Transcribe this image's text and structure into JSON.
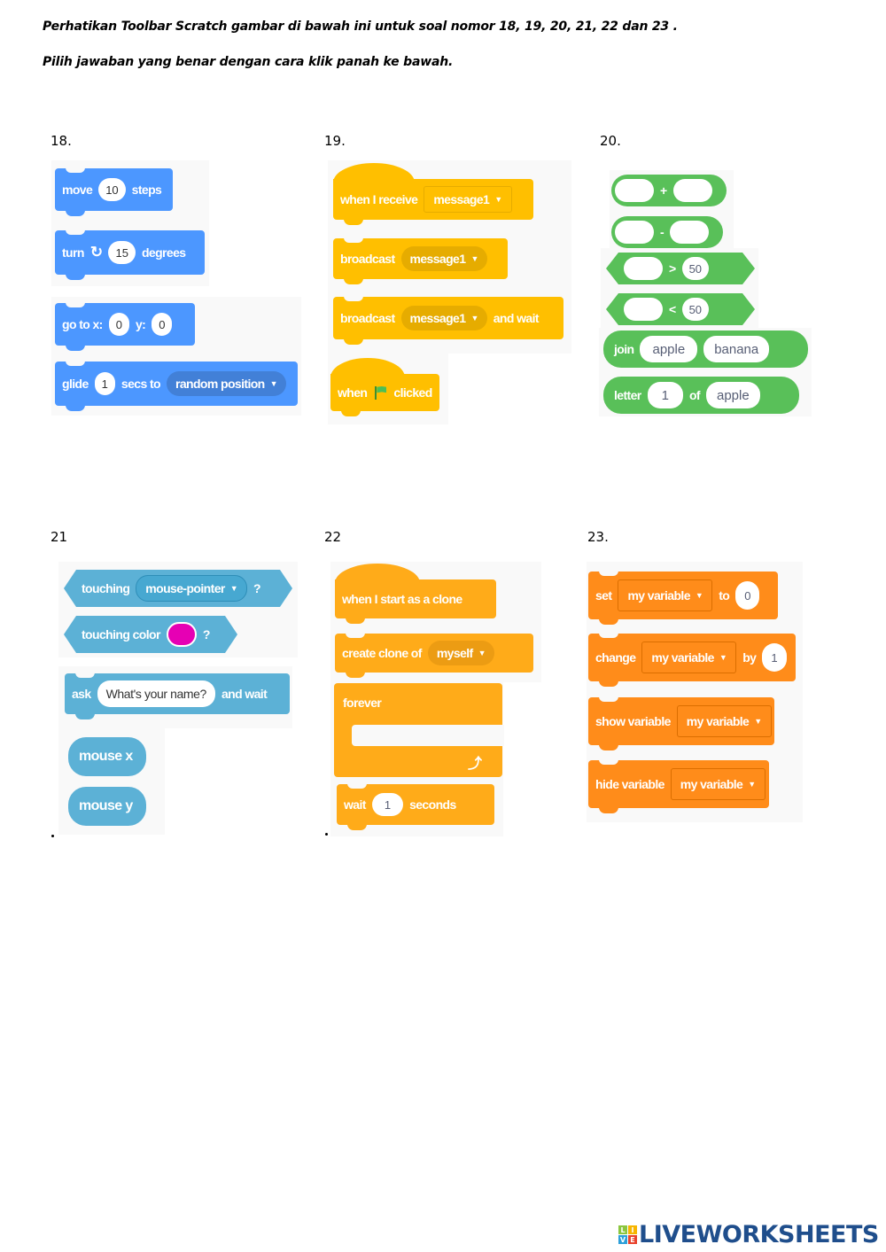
{
  "instructions": {
    "line1": "Perhatikan Toolbar Scratch gambar di bawah ini untuk soal nomor 18, 19, 20, 21, 22 dan 23 .",
    "line2": "Pilih jawaban yang benar dengan cara klik panah ke bawah."
  },
  "questions": {
    "q18": {
      "number": "18.",
      "category": "motion",
      "color": "#4c97ff",
      "blocks": {
        "move": {
          "label1": "move",
          "value": "10",
          "label2": "steps"
        },
        "turn": {
          "label1": "turn",
          "icon": "rotate-right-icon",
          "value": "15",
          "label2": "degrees"
        },
        "goto": {
          "label1": "go to x:",
          "x": "0",
          "label2": "y:",
          "y": "0"
        },
        "glide": {
          "label1": "glide",
          "value": "1",
          "label2": "secs to",
          "dropdown": "random position"
        }
      }
    },
    "q19": {
      "number": "19.",
      "category": "events",
      "color": "#ffbf00",
      "blocks": {
        "receive": {
          "label": "when I receive",
          "dropdown": "message1"
        },
        "broadcast": {
          "label": "broadcast",
          "dropdown": "message1"
        },
        "broadcast_wait": {
          "label1": "broadcast",
          "dropdown": "message1",
          "label2": "and wait"
        },
        "flag": {
          "label1": "when",
          "icon": "green-flag-icon",
          "label2": "clicked"
        }
      }
    },
    "q20": {
      "number": "20.",
      "category": "operators",
      "color": "#59c059",
      "blocks": {
        "add": {
          "op": "+"
        },
        "sub": {
          "op": "-"
        },
        "gt": {
          "op": ">",
          "value": "50"
        },
        "lt": {
          "op": "<",
          "value": "50"
        },
        "join": {
          "label": "join",
          "a": "apple",
          "b": "banana"
        },
        "letter": {
          "label1": "letter",
          "index": "1",
          "label2": "of",
          "text": "apple"
        }
      }
    },
    "q21": {
      "number": "21",
      "category": "sensing",
      "color": "#5cb1d6",
      "blocks": {
        "touching": {
          "label": "touching",
          "dropdown": "mouse-pointer",
          "q": "?"
        },
        "touching_color": {
          "label": "touching color",
          "swatch": "#e600b4",
          "q": "?"
        },
        "ask": {
          "label1": "ask",
          "value": "What's your name?",
          "label2": "and wait"
        },
        "mouse_x": {
          "label": "mouse x"
        },
        "mouse_y": {
          "label": "mouse y"
        }
      },
      "trailing": "."
    },
    "q22": {
      "number": "22",
      "category": "control",
      "color": "#ffab19",
      "blocks": {
        "clone_hat": {
          "label": "when I start as a clone"
        },
        "create_clone": {
          "label": "create clone of",
          "dropdown": "myself"
        },
        "forever": {
          "label": "forever",
          "icon": "loop-arrow-icon"
        },
        "wait": {
          "label1": "wait",
          "value": "1",
          "label2": "seconds"
        }
      },
      "trailing": "."
    },
    "q23": {
      "number": "23.",
      "category": "variables",
      "color": "#ff8c1a",
      "blocks": {
        "set": {
          "label1": "set",
          "dropdown": "my variable",
          "label2": "to",
          "value": "0"
        },
        "change": {
          "label1": "change",
          "dropdown": "my variable",
          "label2": "by",
          "value": "1"
        },
        "show": {
          "label": "show variable",
          "dropdown": "my variable"
        },
        "hide": {
          "label": "hide variable",
          "dropdown": "my variable"
        }
      }
    }
  },
  "footer": {
    "logo_letters": [
      "L",
      "I",
      "V",
      "E"
    ],
    "logo_colors": [
      "#8cc63f",
      "#f7b500",
      "#2d9fd9",
      "#e8412c"
    ],
    "brand": "LIVEWORKSHEETS"
  }
}
